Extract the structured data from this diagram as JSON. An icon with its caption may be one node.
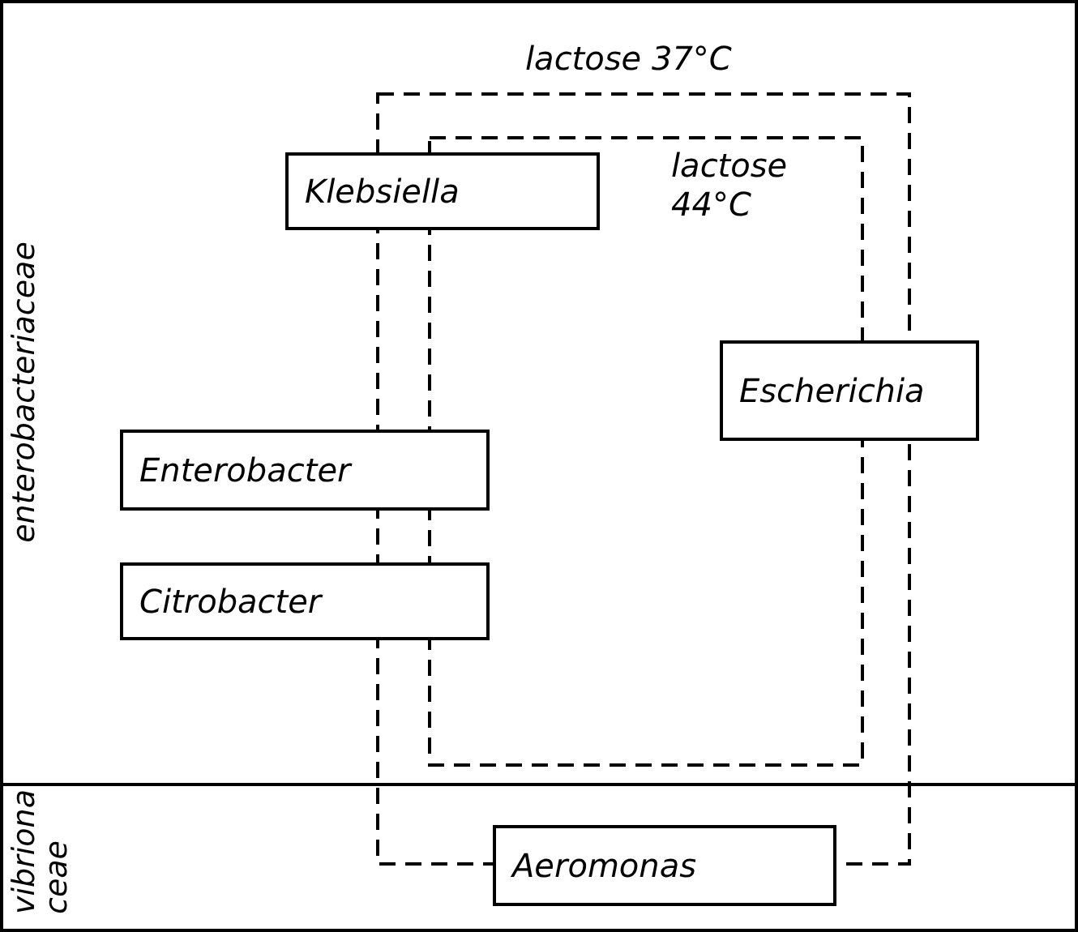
{
  "diagram": {
    "nodes": [
      {
        "text": [
          "enterobacteriaceae"
        ]
      },
      {
        "text": [
          "vibriona ceae"
        ]
      },
      {
        "text": [
          "lactose 37°C"
        ]
      },
      {
        "text": [
          "lactose 44°C"
        ],
        "in": 2
      },
      {
        "text": [
          "Klebsiella"
        ],
        "in": 0
      },
      {
        "text": [
          "Escherichia"
        ],
        "in": 0
      },
      {
        "text": [
          "Enterobacter"
        ],
        "in": 0
      },
      {
        "text": [
          "Citrobacter"
        ],
        "in": 0
      },
      {
        "text": [
          "Aeromonas"
        ],
        "in": 1
      }
    ]
  }
}
